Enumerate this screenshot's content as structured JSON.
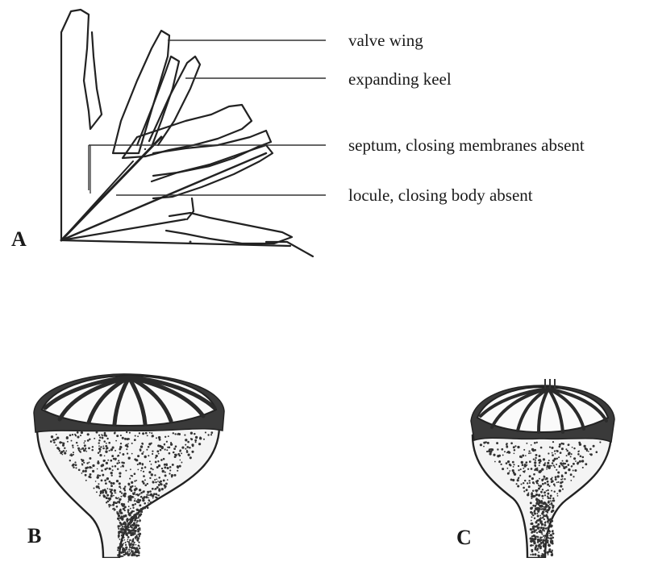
{
  "panels": {
    "a": {
      "letter": "A"
    },
    "b": {
      "letter": "B"
    },
    "c": {
      "letter": "C"
    }
  },
  "annotations": [
    {
      "id": "valve-wing",
      "text": "valve wing"
    },
    {
      "id": "expanding-keel",
      "text": "expanding keel"
    },
    {
      "id": "septum",
      "text": "septum, closing membranes absent"
    },
    {
      "id": "locule",
      "text": "locule, closing body absent"
    }
  ],
  "colors": {
    "ink": "#222222",
    "background": "#ffffff"
  }
}
